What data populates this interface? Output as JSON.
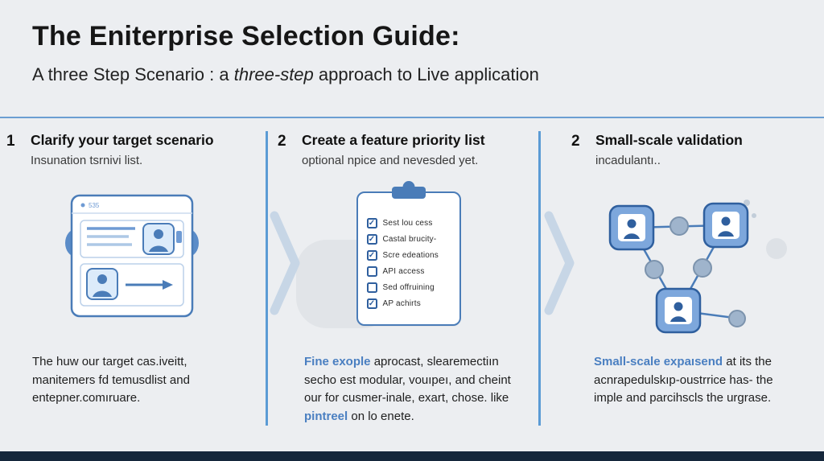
{
  "header": {
    "title": "The Eniterprise Selection Guide:",
    "subtitle_pre": "A three Step Scenario : a ",
    "subtitle_italic": "three-step",
    "subtitle_post": " approach to Live application"
  },
  "steps": [
    {
      "number": "1",
      "title": "Clarify your target scenario",
      "subtitle": "Insunation tsrnivi list."
    },
    {
      "number": "2",
      "title": "Create a feature priority list",
      "subtitle": "optional npice and nevesded yet."
    },
    {
      "number": "2",
      "title": "Small-scale validation",
      "subtitle": "incadulantı.."
    }
  ],
  "browser_card": {
    "label": "535"
  },
  "checklist": {
    "items": [
      {
        "label": "Sest lou cess",
        "mark": "✓"
      },
      {
        "label": "Castal brucity-",
        "mark": "✓"
      },
      {
        "label": "Scre edeations",
        "mark": "✓"
      },
      {
        "label": "API access",
        "mark": ""
      },
      {
        "label": "Sed offruining",
        "mark": ""
      },
      {
        "label": "AP achirts",
        "mark": "✓"
      }
    ]
  },
  "notes": {
    "note1": {
      "text": "The huw our target cas.iveitt, manitemers fd temusdlist and entepner.comıruare."
    },
    "note2": {
      "lead": "Fine exople",
      "mid": " aprocast, slearemectiın secho est modular, vouıpeı, and cheint our for cusmer-inale, exart, chose. like ",
      "highlight": "pintreel",
      "tail": " on lo enete."
    },
    "note3": {
      "lead": "Small-scale expaısend",
      "tail": " at its the acnrapedulskıp-oustrrice has- the imple and parcihscls the urgrase."
    }
  },
  "colors": {
    "accent_blue": "#4a7cb8",
    "divider_blue": "#5b9bd5",
    "highlight_blue": "#4a7fc1",
    "footer_navy": "#15273b",
    "background": "#eceef1"
  }
}
